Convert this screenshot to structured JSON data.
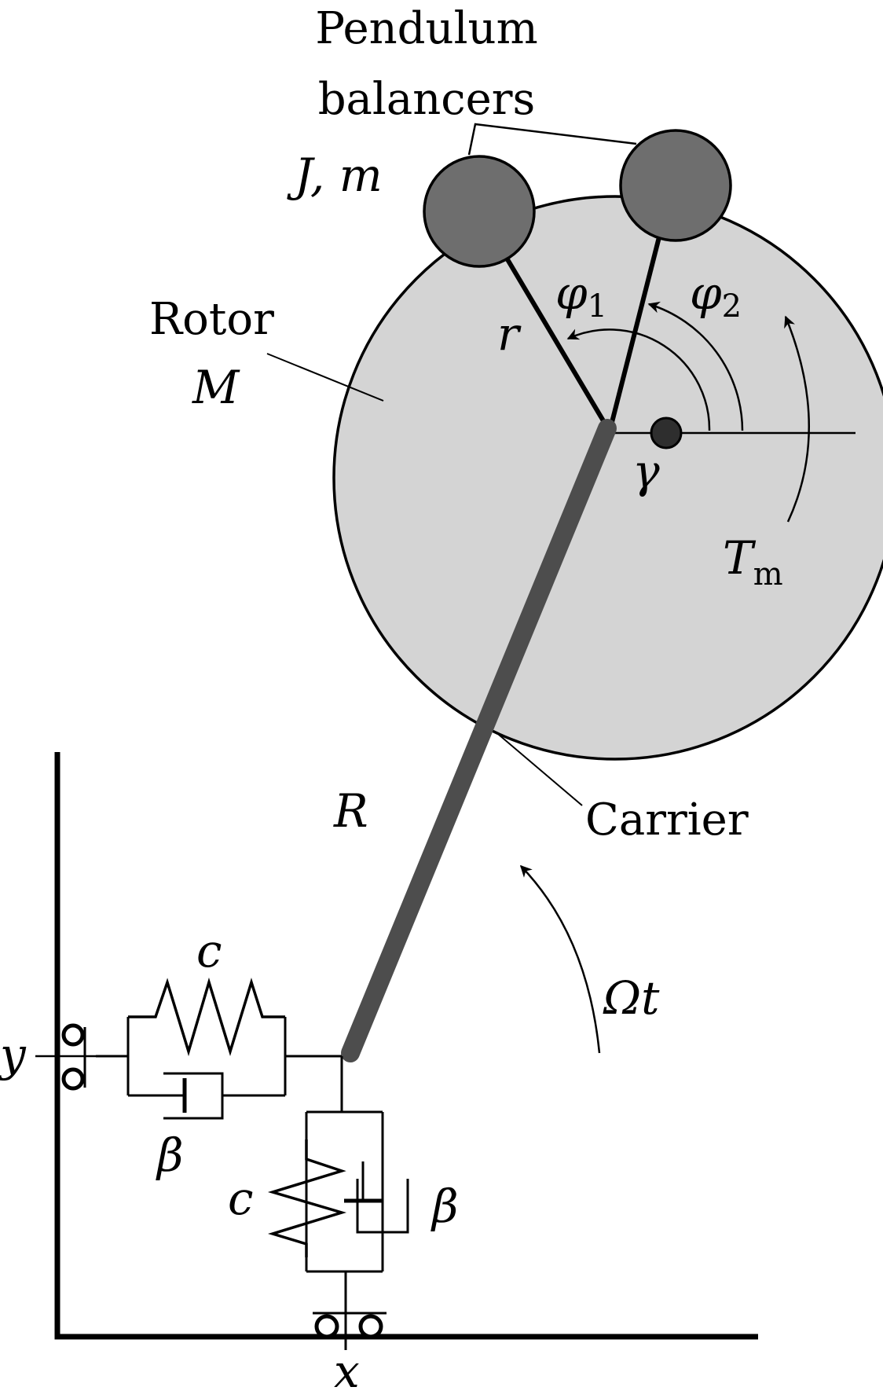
{
  "labels": {
    "pendulum_balancers_line1": "Pendulum",
    "pendulum_balancers_line2": "balancers",
    "j_m": "J, m",
    "rotor": "Rotor",
    "rotor_mass": "M",
    "arm_length": "r",
    "phi1_symbol": "φ",
    "phi1_sub": "1",
    "phi2_symbol": "φ",
    "phi2_sub": "2",
    "gamma": "γ",
    "torque_symbol": "T",
    "torque_sub": "m",
    "carrier_length": "R",
    "carrier": "Carrier",
    "omega_t": "Ωt",
    "stiffness_top": "c",
    "damping_top": "β",
    "stiffness_bottom": "c",
    "damping_bottom": "β",
    "coord_y": "y",
    "coord_x": "x"
  },
  "colors": {
    "rotor_fill": "#d4d4d4",
    "balancer_fill": "#6e6e6e",
    "carrier_fill": "#4d4d4d",
    "ink": "#000000"
  }
}
